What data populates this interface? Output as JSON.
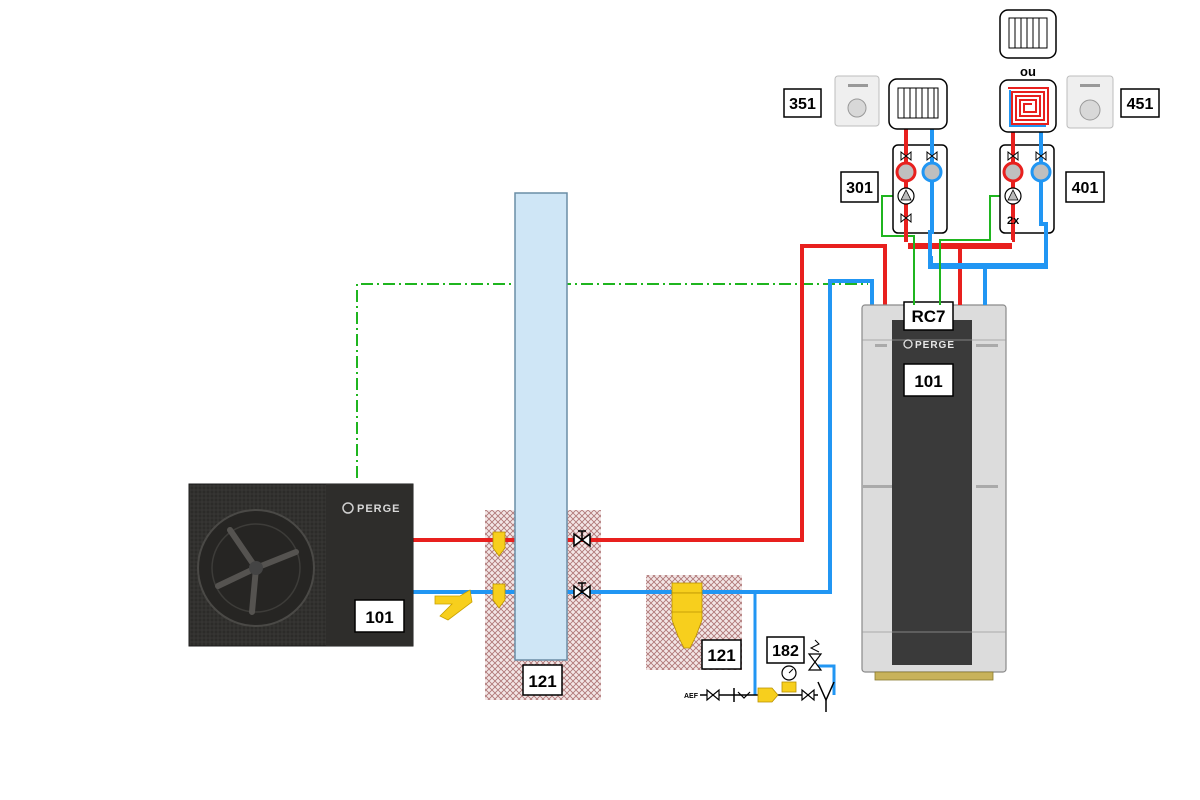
{
  "labels": {
    "heat_pump_id": "101",
    "indoor_unit_id": "101",
    "buffer_hatch_id": "121",
    "filter_hatch_id": "121",
    "controller_id": "RC7",
    "circuit_1_id": "301",
    "circuit_2_id": "401",
    "thermostat_1_id": "351",
    "thermostat_2_id": "451",
    "safety_group_id": "182",
    "or_text": "ou",
    "pump_count": "2x",
    "cold_water_inlet": "AEF",
    "brand": "PERGE"
  },
  "colors": {
    "supply": "#e8201e",
    "return": "#2196f3",
    "control": "#1fb51f",
    "buffer_fill": "#cfe6f6",
    "hatch": "#c9a0a0",
    "component_yellow": "#f7cf1d",
    "heat_pump_body": "#2b2a28",
    "indoor_casing": "#dcdcdc",
    "indoor_panel": "#3a3a3a"
  }
}
